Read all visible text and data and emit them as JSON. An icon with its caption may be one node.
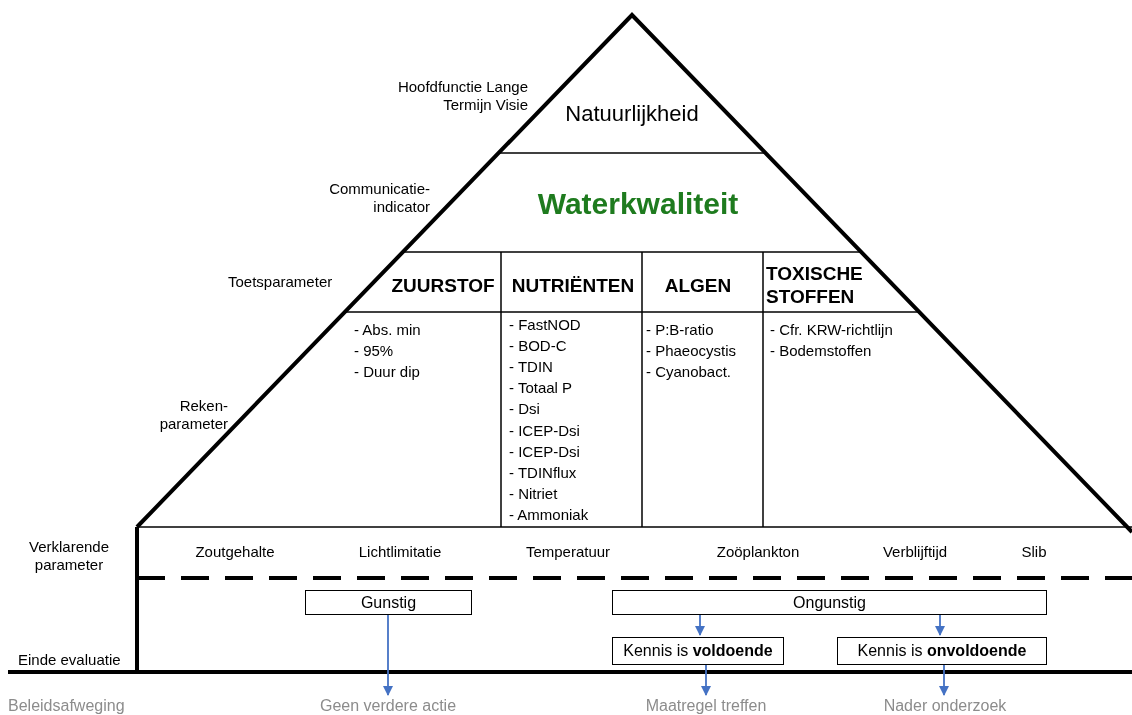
{
  "diagram": {
    "nodes": [
      {
        "text": [
          "Gunstig"
        ]
      },
      {
        "text": [
          "Ongunstig"
        ]
      },
      {
        "text": [
          "Kennis is **voldoende**"
        ]
      },
      {
        "text": [
          "Kennis is **onvoldoende**"
        ]
      },
      {
        "text": [
          "Geen verdere actie"
        ]
      },
      {
        "text": [
          "Maatregel treffen"
        ]
      },
      {
        "text": [
          "Nader onderzoek"
        ]
      }
    ],
    "edges": [
      {
        "from": 0,
        "to": 4,
        "arrow": "to"
      },
      {
        "from": 1,
        "to": 2,
        "arrow": "to"
      },
      {
        "from": 1,
        "to": 3,
        "arrow": "to"
      },
      {
        "from": 2,
        "to": 5,
        "arrow": "to"
      },
      {
        "from": 3,
        "to": 6,
        "arrow": "to"
      }
    ],
    "labels": [
      "Hoofdfunctie Lange Termijn Visie",
      "Natuurlijkheid",
      "Communicatie- indicator",
      "Waterkwaliteit",
      "Toetsparameter",
      "ZUURSTOF",
      "NUTRIËNTEN",
      "ALGEN",
      "TOXISCHE STOFFEN",
      "- Abs. min",
      "- 95%",
      "- Duur dip",
      "- FastNOD",
      "- BOD-C",
      "- TDIN",
      "- Totaal P",
      "- Dsi",
      "- ICEP-Dsi",
      "- ICEP-Dsi",
      "- TDINflux",
      "- Nitriet",
      "- Ammoniak",
      "- P:B-ratio",
      "- Phaeocystis",
      "- Cyanobact.",
      "- Cfr. KRW-richtlijn",
      "- Bodemstoffen",
      "Reken- parameter",
      "Verklarende parameter",
      "Zoutgehalte",
      "Lichtlimitatie",
      "Temperatuur",
      "Zoöplankton",
      "Verblijftijd",
      "Slib",
      "Einde evaluatie",
      "Beleidsafweging"
    ]
  }
}
